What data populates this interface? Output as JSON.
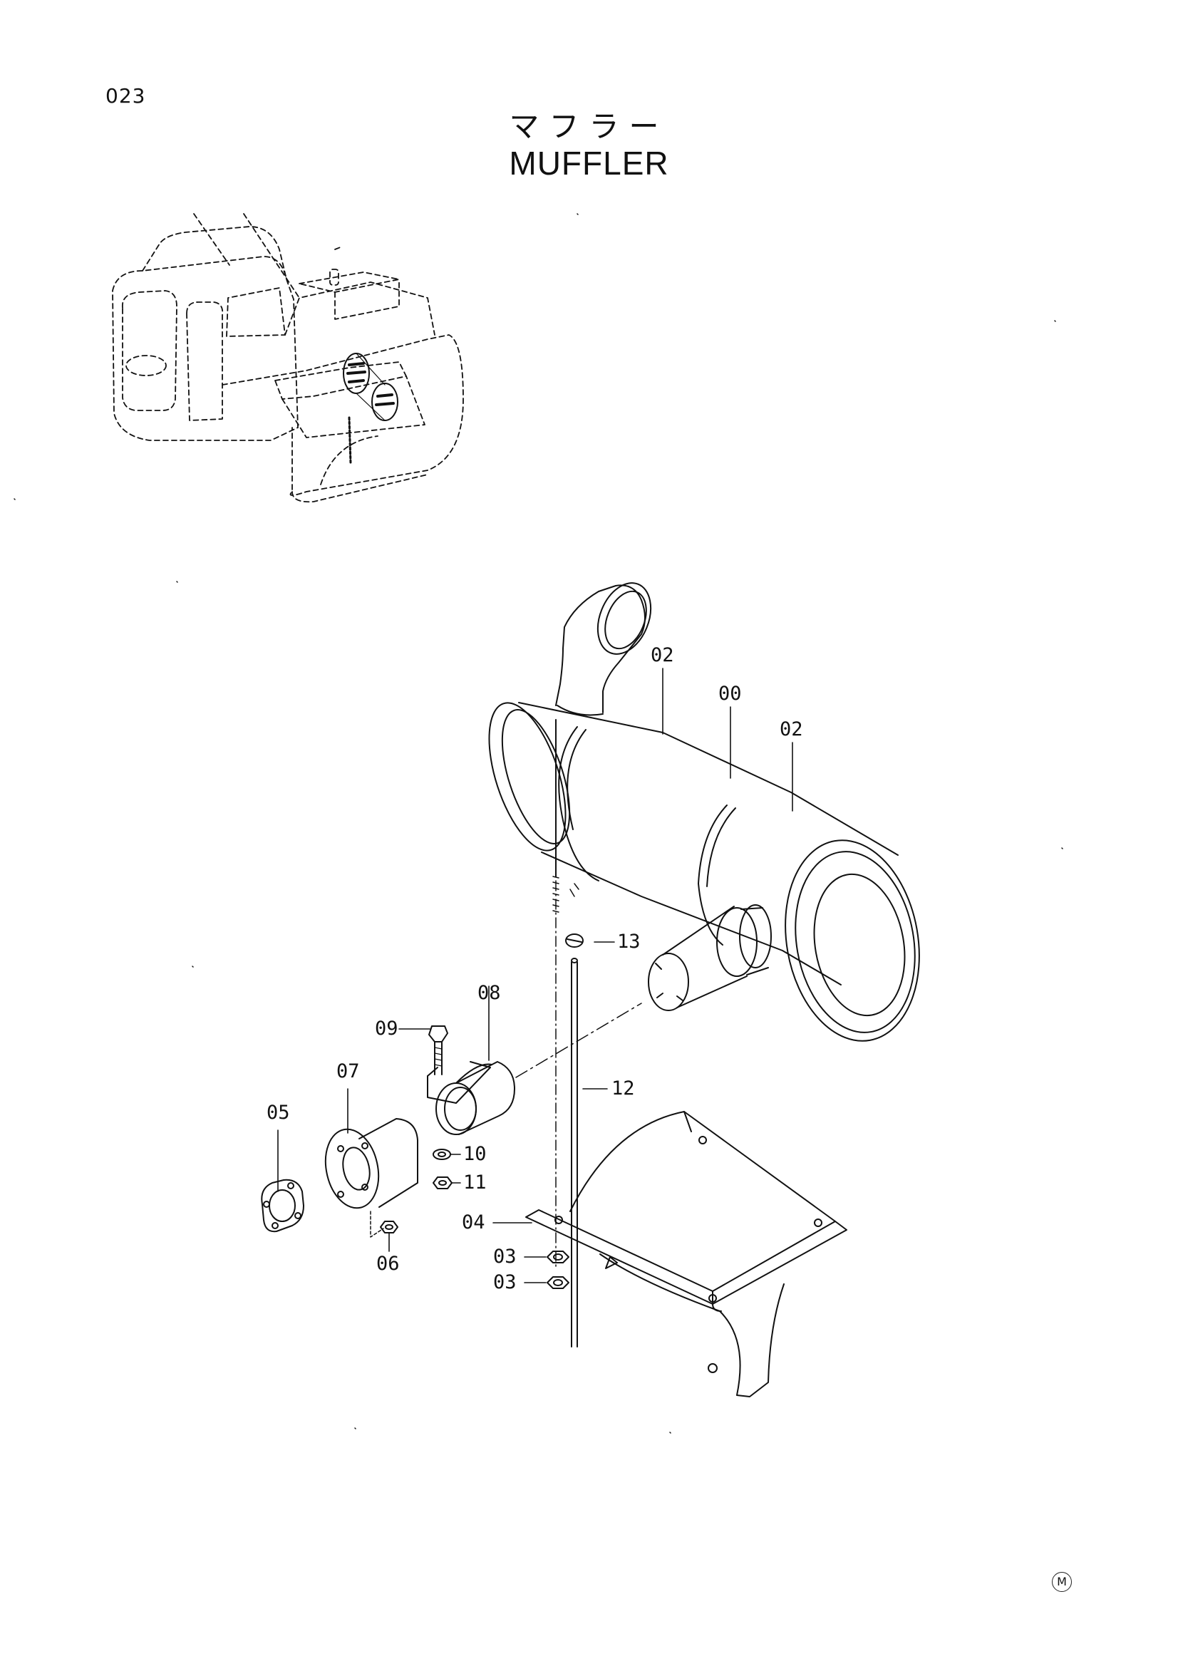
{
  "page": {
    "number": "023",
    "title_jp": "マフラー",
    "title_en": "MUFFLER",
    "marker": "M"
  },
  "callouts": {
    "c00": "00",
    "c02a": "02",
    "c02b": "02",
    "c03a": "03",
    "c03b": "03",
    "c04": "04",
    "c05": "05",
    "c06": "06",
    "c07": "07",
    "c08": "08",
    "c09": "09",
    "c10": "10",
    "c11": "11",
    "c12": "12",
    "c13": "13"
  }
}
